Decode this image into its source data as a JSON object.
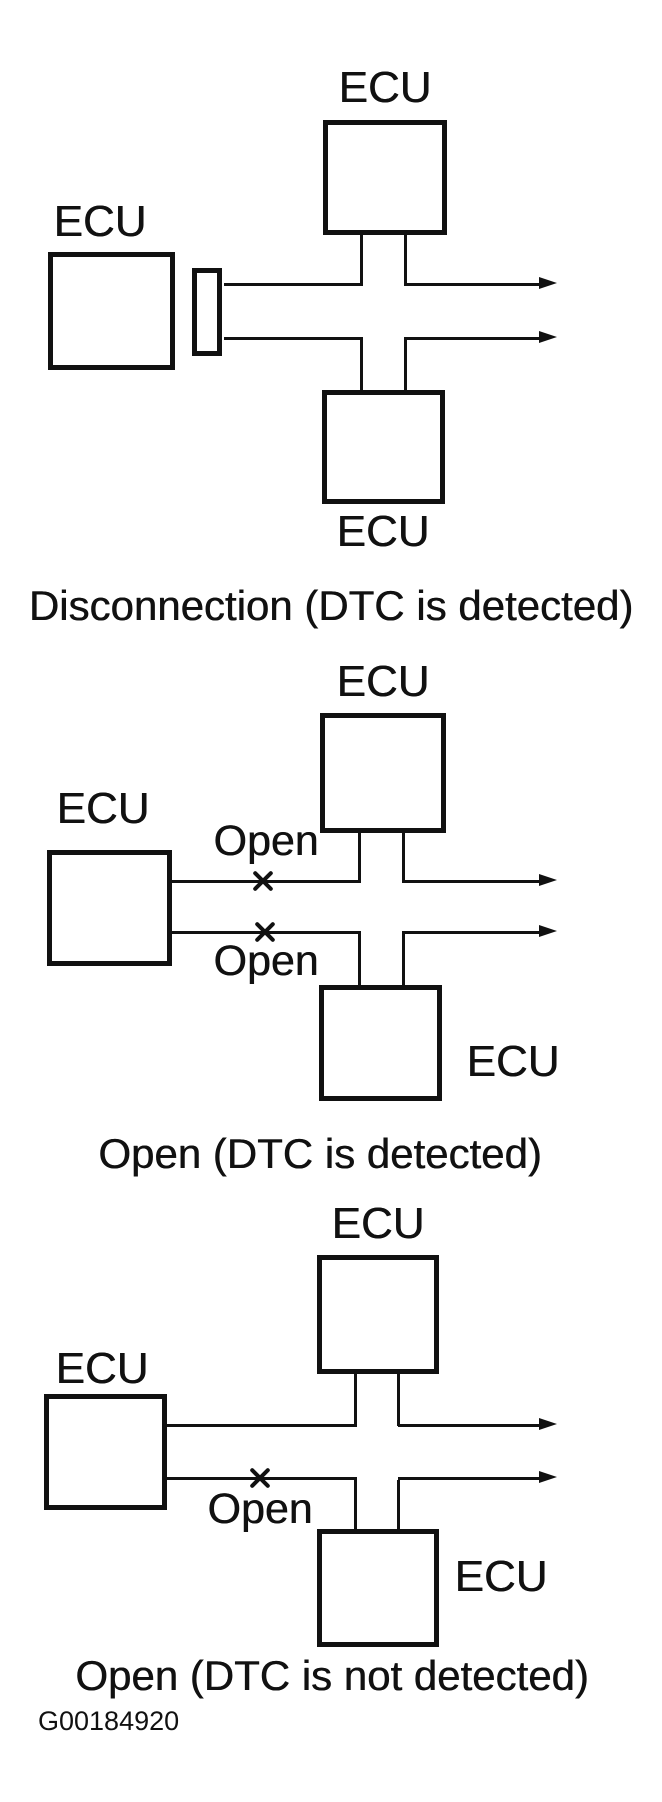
{
  "figure_id": "G00184920",
  "colors": {
    "ink": "#111111",
    "paper": "#ffffff"
  },
  "diagrams": [
    {
      "caption": "Disconnection (DTC is detected)",
      "left_ecu": "ECU",
      "top_ecu": "ECU",
      "bottom_ecu": "ECU",
      "break_labels": []
    },
    {
      "caption": "Open (DTC is detected)",
      "left_ecu": "ECU",
      "top_ecu": "ECU",
      "bottom_ecu": "ECU",
      "break_labels": [
        "Open",
        "Open"
      ]
    },
    {
      "caption": "Open (DTC is not detected)",
      "left_ecu": "ECU",
      "top_ecu": "ECU",
      "bottom_ecu": "ECU",
      "break_labels": [
        "Open"
      ]
    }
  ]
}
